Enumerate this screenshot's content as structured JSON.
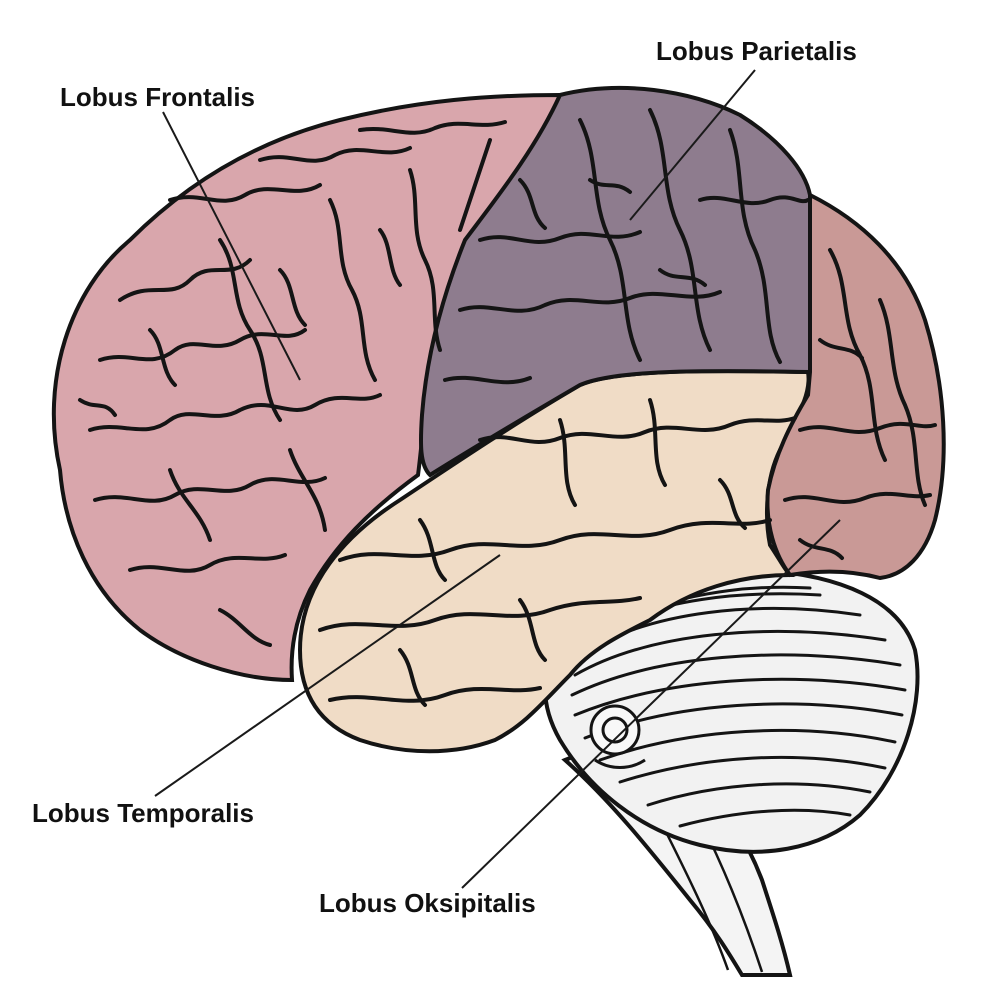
{
  "labels": {
    "frontal": "Lobus Frontalis",
    "parietal": "Lobus Parietalis",
    "temporal": "Lobus Temporalis",
    "occipital": "Lobus Oksipitalis"
  },
  "colors": {
    "frontal": "#d9a6ac",
    "parietal": "#8e7c8e",
    "temporal": "#f0dcc6",
    "occipital": "#c99996",
    "cerebellum": "#f2f2f2",
    "outline": "#141414"
  }
}
